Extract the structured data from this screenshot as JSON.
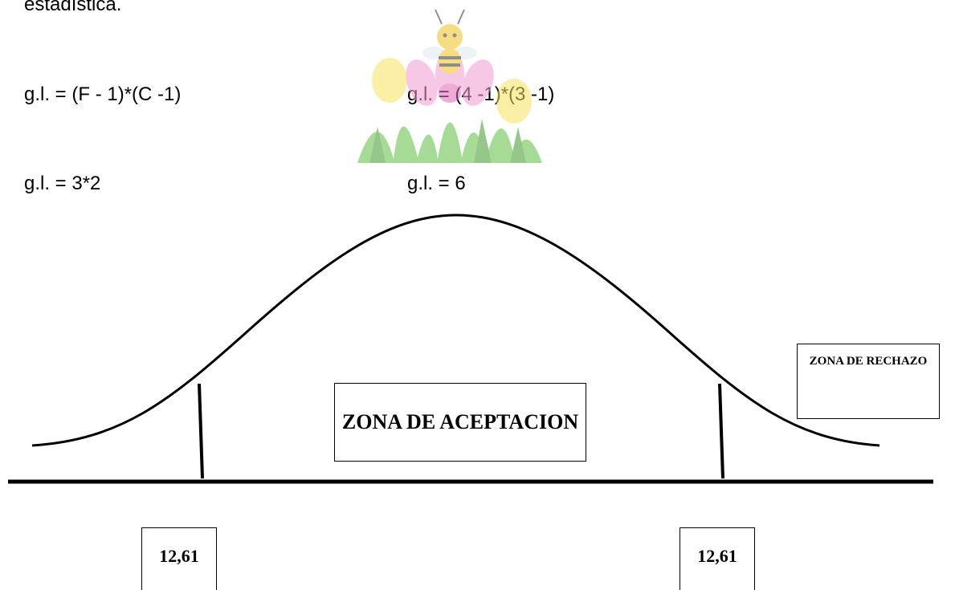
{
  "heading": "estadística.",
  "formulas": {
    "gl_general": "g.l. = (F - 1)*(C -1)",
    "gl_substituted": "g.l. = (4 -1)*(3 -1)",
    "gl_product": "g.l. = 3*2",
    "gl_result": "g.l. = 6"
  },
  "decoration": {
    "icon": "bee-flowers-clipart-icon",
    "colors": {
      "bee_body": "#f2c21b",
      "stripes": "#333333",
      "petals": "#f29bd2",
      "tulip": "#f7e35a",
      "grass": "#5fbf3f"
    }
  },
  "diagram": {
    "acceptance_zone_label": "ZONA DE ACEPTACION",
    "rejection_zone_label": "ZONA DE RECHAZO",
    "critical_value_left": "12,61",
    "critical_value_right": "12,61"
  }
}
